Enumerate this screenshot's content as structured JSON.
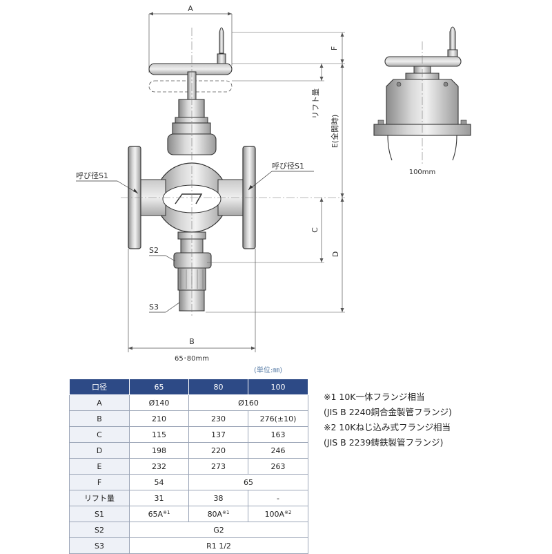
{
  "drawing": {
    "labels": {
      "A": "A",
      "B": "B",
      "C": "C",
      "D": "D",
      "F": "F",
      "E": "E(全開時)",
      "lift": "リフト量",
      "s1_left": "呼び径S1",
      "s1_right": "呼び径S1",
      "s2": "S2",
      "s3": "S3"
    },
    "caption_main": "65･80mm",
    "caption_side": "100mm"
  },
  "unit_note": "(単位:㎜)",
  "table": {
    "header": [
      "口径",
      "65",
      "80",
      "100"
    ],
    "rows": {
      "A": {
        "label": "A",
        "c1": "Ø140",
        "c23": "Ø160"
      },
      "B": {
        "label": "B",
        "c1": "210",
        "c2": "230",
        "c3": "276(±10)"
      },
      "C": {
        "label": "C",
        "c1": "115",
        "c2": "137",
        "c3": "163"
      },
      "D": {
        "label": "D",
        "c1": "198",
        "c2": "220",
        "c3": "246"
      },
      "E": {
        "label": "E",
        "c1": "232",
        "c2": "273",
        "c3": "263"
      },
      "F": {
        "label": "F",
        "c1": "54",
        "c23": "65"
      },
      "lift": {
        "label": "リフト量",
        "c1": "31",
        "c2": "38",
        "c3": "-"
      },
      "S1": {
        "label": "S1",
        "c1": "65A",
        "c1_sup": "※1",
        "c2": "80A",
        "c2_sup": "※1",
        "c3": "100A",
        "c3_sup": "※2"
      },
      "S2": {
        "label": "S2",
        "c123": "G2"
      },
      "S3": {
        "label": "S3",
        "c123": "R1 1/2"
      }
    }
  },
  "notes": [
    "※1 10K一体フランジ相当",
    "(JIS B 2240銅合金製管フランジ)",
    "※2 10Kねじ込み式フランジ相当",
    "(JIS B 2239鋳鉄製管フランジ)"
  ]
}
